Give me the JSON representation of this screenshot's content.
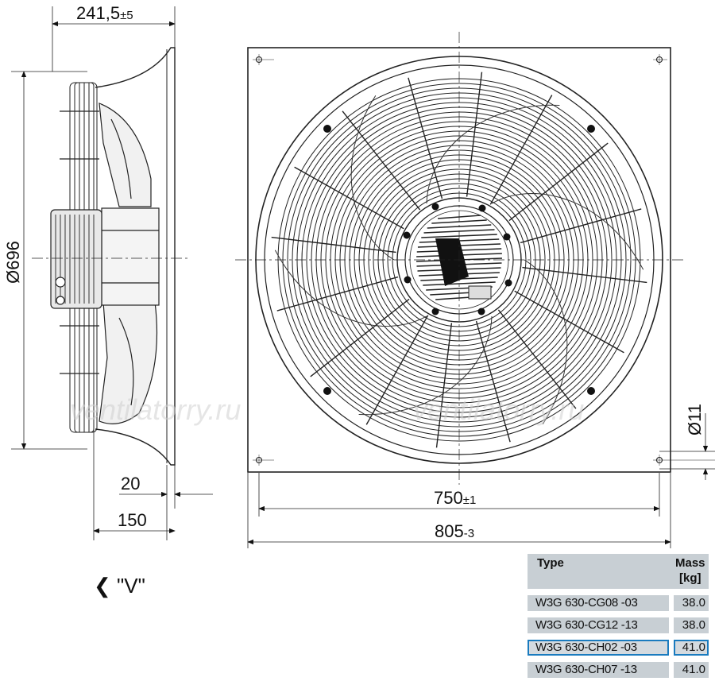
{
  "dimensions": {
    "depth": "241,5",
    "depth_tol": "±5",
    "diameter": "Ø696",
    "ring_depth": "20",
    "motor_depth": "150",
    "hole_spacing": "750",
    "hole_spacing_tol": "±1",
    "plate_width": "805",
    "plate_width_tol": "-3",
    "hole_diameter": "Ø11"
  },
  "view_label": "❮ \"V\"",
  "watermark": "ventilatorry.ru",
  "table": {
    "col_type": "Type",
    "col_mass_1": "Mass",
    "col_mass_2": "[kg]",
    "rows": [
      {
        "type": "W3G 630-CG08  -03",
        "mass": "38.0"
      },
      {
        "type": "W3G 630-CG12  -13",
        "mass": "38.0"
      },
      {
        "type": "W3G 630-CH02  -03",
        "mass": "41.0"
      },
      {
        "type": "W3G 630-CH07  -13",
        "mass": "41.0"
      }
    ],
    "selected_row": 2
  },
  "colors": {
    "line": "#222222",
    "table_bg": "#c8cfd4",
    "highlight": "#1a7bbf"
  }
}
